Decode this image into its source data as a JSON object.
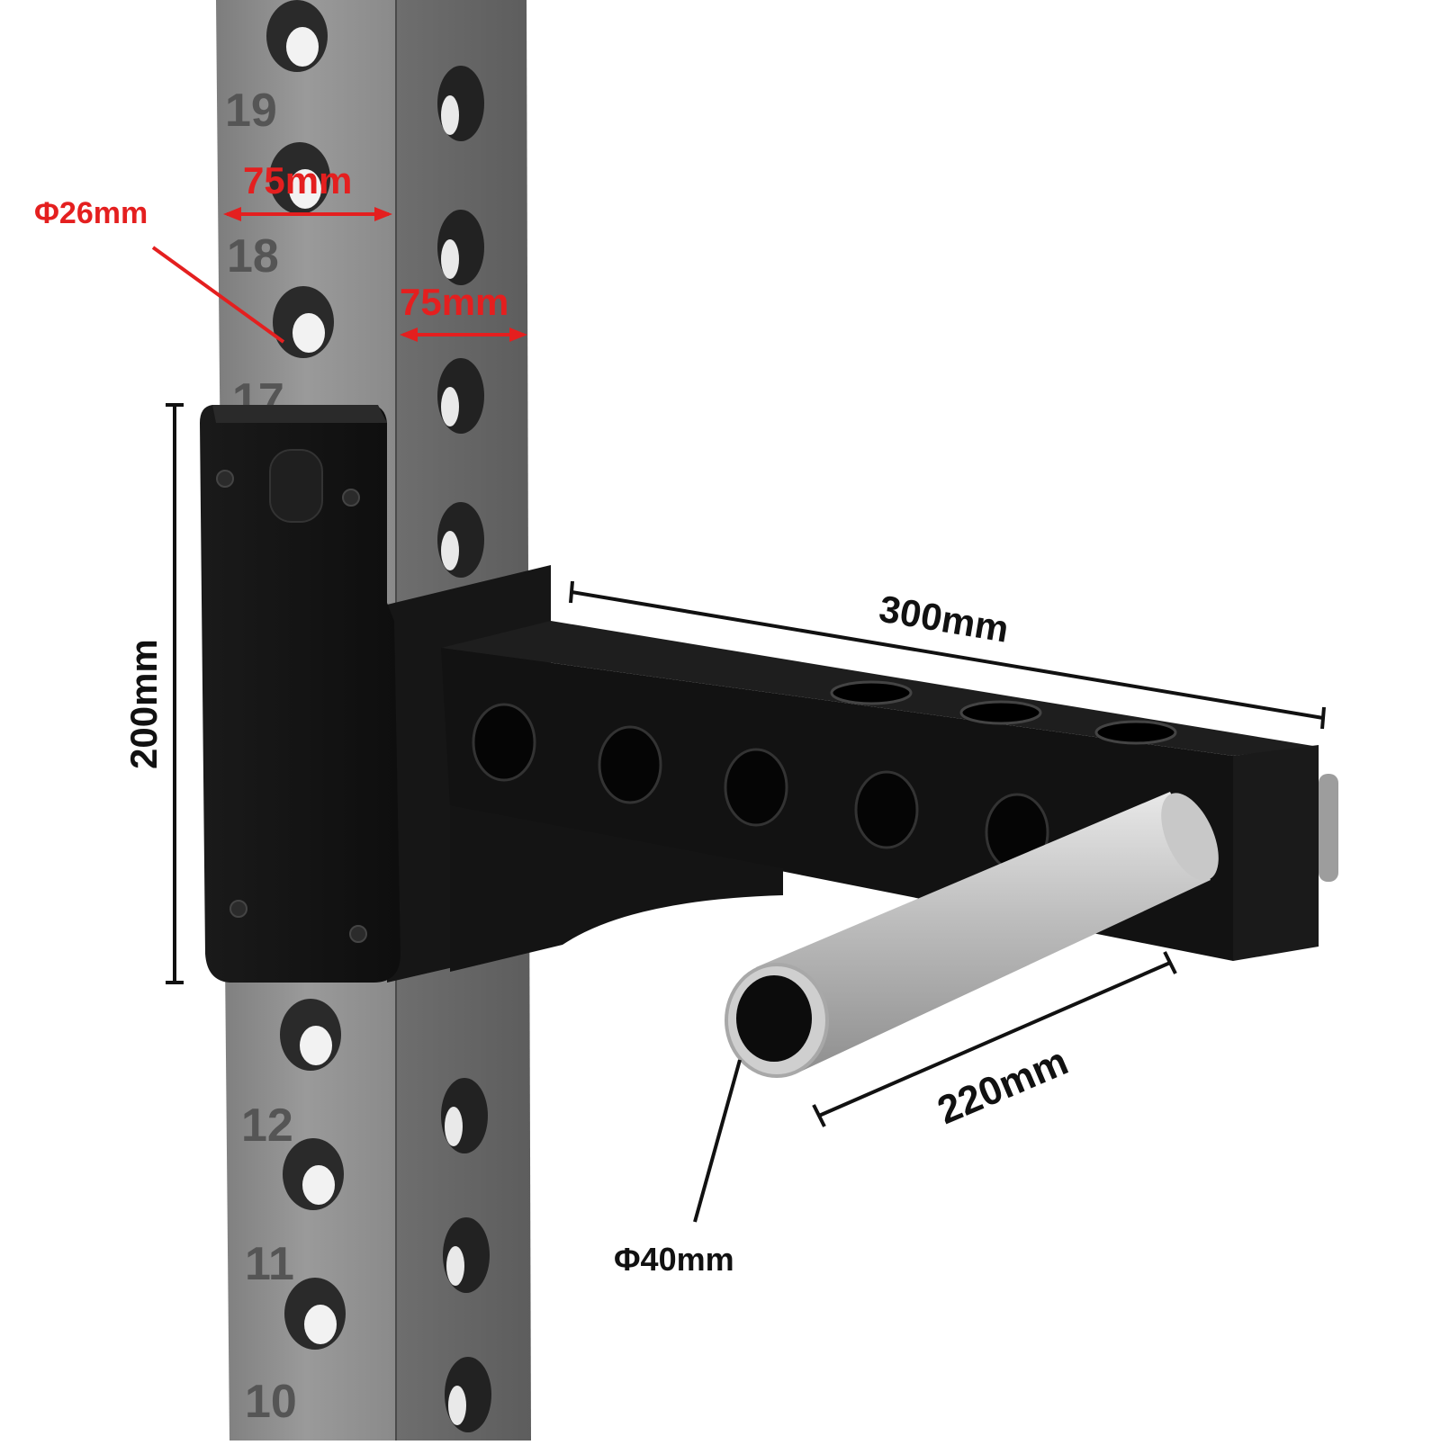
{
  "upright": {
    "hole_numbers": [
      "19",
      "18",
      "17",
      "12",
      "11",
      "10"
    ]
  },
  "dimensions": {
    "upright_width_front": "75mm",
    "upright_width_side": "75mm",
    "hole_diameter": "Φ26mm",
    "bracket_height": "200mm",
    "arm_length": "300mm",
    "pin_length": "220mm",
    "pin_diameter": "Φ40mm"
  },
  "colors": {
    "upright_metal": "#8c8c8c",
    "bracket": "#141414",
    "pin_steel": "#c9c9c9",
    "dimension_red": "#e41f1f",
    "dimension_black": "#111111"
  }
}
